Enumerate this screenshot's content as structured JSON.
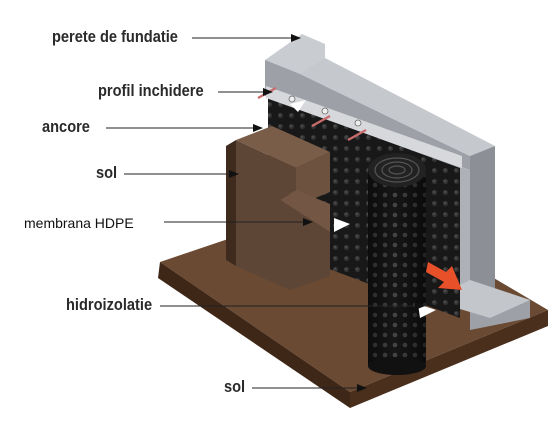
{
  "labels": {
    "perete": "perete de fundatie",
    "profil": "profil inchidere",
    "ancore": "ancore",
    "sol_top": "sol",
    "membrana": "membrana HDPE",
    "hidroizolatie": "hidroizolatie",
    "sol_bottom": "sol"
  },
  "colors": {
    "wall": "#aeb2b8",
    "wall_dark": "#8c9096",
    "wall_top": "#c9ccd0",
    "soil_front": "#4a2f1d",
    "soil_top": "#6a4a33",
    "soil_block": "#5e4636",
    "membrane": "#1c1c1c",
    "accent_arrow": "#e8502a"
  }
}
